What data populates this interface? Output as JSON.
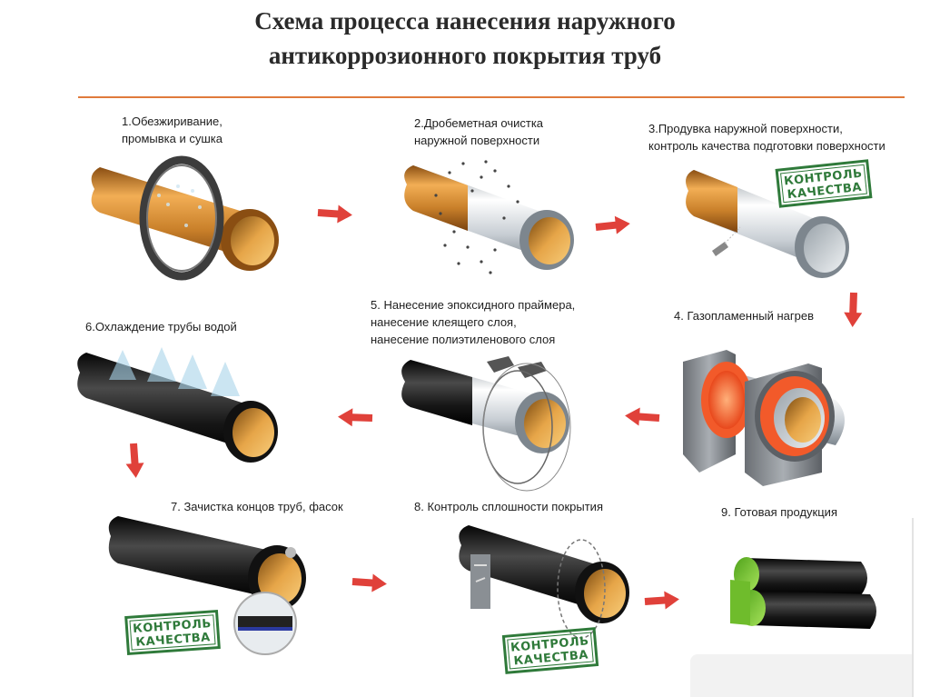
{
  "title": {
    "line1": "Схема процесса нанесения наружного",
    "line2": "антикоррозионного покрытия труб"
  },
  "steps": [
    {
      "lines": [
        "1.Обезжиривание,",
        "промывка и сушка"
      ]
    },
    {
      "lines": [
        "2.Дробеметная очистка",
        "наружной поверхности"
      ]
    },
    {
      "lines": [
        "3.Продувка наружной поверхности,",
        "контроль качества подготовки поверхности"
      ]
    },
    {
      "lines": [
        "4. Газопламенный нагрев"
      ]
    },
    {
      "lines": [
        "5. Нанесение эпоксидного праймера,",
        "нанесение клеящего слоя,",
        "нанесение полиэтиленового слоя"
      ]
    },
    {
      "lines": [
        "6.Охлаждение трубы водой"
      ]
    },
    {
      "lines": [
        "7. Зачистка концов труб, фасок"
      ]
    },
    {
      "lines": [
        "8. Контроль сплошности покрытия"
      ]
    },
    {
      "lines": [
        "9. Готовая продукция"
      ]
    }
  ],
  "stamp": {
    "line1": "КОНТРОЛЬ",
    "line2": "КАЧЕСТВА"
  },
  "colors": {
    "accent_rule": "#e07a3c",
    "arrow": "#e0413a",
    "pipe_copper": "#c9802a",
    "pipe_black": "#1c1c1c",
    "steel": "#c8ced4",
    "stamp_green": "#2f7a3a",
    "flame": "#f25a2a",
    "coating_green": "#7ec832"
  },
  "icons": [
    "arrow-right-icon",
    "arrow-left-icon",
    "arrow-down-icon",
    "quality-stamp-icon",
    "spray-nozzle-icon"
  ]
}
